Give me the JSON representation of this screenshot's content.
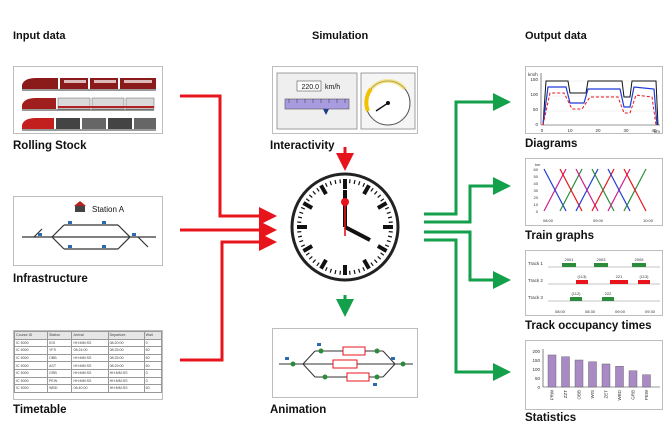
{
  "sections": {
    "input": "Input data",
    "simulation": "Simulation",
    "output": "Output data"
  },
  "labels": {
    "rolling_stock": "Rolling Stock",
    "infrastructure": "Infrastructure",
    "timetable": "Timetable",
    "interactivity": "Interactivity",
    "animation": "Animation",
    "diagrams": "Diagrams",
    "train_graphs": "Train graphs",
    "track_occupancy": "Track occupancy times",
    "statistics": "Statistics"
  },
  "infrastructure_panel": {
    "station": "Station A"
  },
  "interactivity_panel": {
    "speed_value": "220.0",
    "speed_unit": "km/h"
  },
  "timetable": {
    "headers": [
      "Course ID",
      "Station",
      "Arrival",
      "Departure",
      "Wait"
    ],
    "rows": [
      [
        "IC 5000",
        "IGS",
        "HH:MM:SS",
        "08:20:00",
        "0"
      ],
      [
        "IC 5000",
        "YFS",
        "08:24:00",
        "08:25:00",
        "60"
      ],
      [
        "IC 5000",
        "OBB",
        "HH:MM:SS",
        "08:25:00",
        "60"
      ],
      [
        "IC 5000",
        "AST",
        "HH:MM:SS",
        "08:29:00",
        "60"
      ],
      [
        "IC 5000",
        "GRB",
        "HH:MM:SS",
        "HH:MM:SS",
        "0"
      ],
      [
        "IC 5000",
        "PEW",
        "HH:MM:SS",
        "HH:MM:SS",
        "0"
      ],
      [
        "IC 5000",
        "WBD",
        "08:40:00",
        "HH:MM:SS",
        "60"
      ]
    ]
  },
  "occupancy_panel": {
    "tracks": [
      "Track 1",
      "Track 2",
      "Track 3"
    ],
    "train_labels": [
      "2001",
      "2003",
      "2005",
      "(113)",
      "221",
      "(113)",
      "(112)",
      "222"
    ],
    "time_ticks": [
      "08:00",
      "08:30",
      "09:00",
      "09:30"
    ]
  },
  "diagram_panel": {
    "y_unit": "km/h",
    "x_unit": "km",
    "y_ticks": [
      "150",
      "100",
      "50",
      "0"
    ],
    "x_ticks": [
      "0",
      "10",
      "20",
      "30",
      "40"
    ]
  },
  "train_graph_panel": {
    "y_unit": "km",
    "y_ticks": [
      "60",
      "50",
      "40",
      "30",
      "20",
      "10",
      "0"
    ],
    "x_ticks": [
      "08:00",
      "09:00",
      "10:00"
    ]
  },
  "statistics_panel": {
    "y_ticks": [
      "200",
      "150",
      "100",
      "50",
      "0"
    ],
    "categories": [
      "PRW",
      "ZZT",
      "OBB",
      "WIS",
      "ZET",
      "WBD",
      "GRB",
      "PEW"
    ]
  },
  "chart_data": {
    "type": "bar",
    "categories": [
      "PRW",
      "ZZT",
      "OBB",
      "WIS",
      "ZET",
      "WBD",
      "GRB",
      "PEW"
    ],
    "values": [
      178,
      168,
      150,
      140,
      128,
      115,
      90,
      68
    ],
    "ylim": [
      0,
      200
    ]
  },
  "colors": {
    "red_arrow": "#e8141b",
    "green_arrow": "#12a04a",
    "stats_bar": "#a98ac4",
    "panel_border": "#bdbdbd"
  }
}
